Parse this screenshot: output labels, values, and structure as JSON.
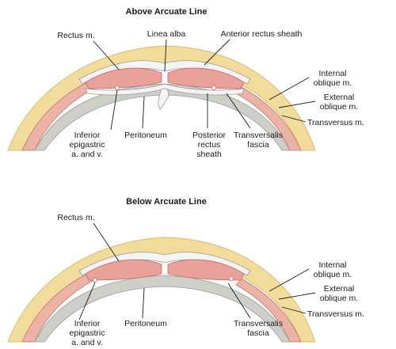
{
  "top": {
    "title": "Above Arcuate Line",
    "labels": {
      "rectus": "Rectus m.",
      "linea_alba": "Linea alba",
      "anterior_sheath": "Anterior rectus sheath",
      "internal_oblique_1": "Internal",
      "internal_oblique_2": "oblique m.",
      "external_oblique_1": "External",
      "external_oblique_2": "oblique m.",
      "transversus": "Transversus m.",
      "epigastric_1": "Inferior",
      "epigastric_2": "epigastric",
      "epigastric_3": "a. and v.",
      "peritoneum": "Peritoneum",
      "posterior_sheath_1": "Posterior",
      "posterior_sheath_2": "rectus",
      "posterior_sheath_3": "sheath",
      "transversalis_1": "Transversalis",
      "transversalis_2": "fascia"
    }
  },
  "bottom": {
    "title": "Below Arcuate Line",
    "labels": {
      "rectus": "Rectus m.",
      "internal_oblique_1": "Internal",
      "internal_oblique_2": "oblique m.",
      "external_oblique_1": "External",
      "external_oblique_2": "oblique m.",
      "transversus": "Transversus m.",
      "epigastric_1": "Inferior",
      "epigastric_2": "epigastric",
      "epigastric_3": "a. and v.",
      "peritoneum": "Peritoneum",
      "transversalis_1": "Transversalis",
      "transversalis_2": "fascia"
    }
  },
  "colors": {
    "fat": "#f2dc9c",
    "fat_edge": "#d9bd6e",
    "muscle": "#e8a29a",
    "muscle_edge": "#c9736c",
    "sheath": "#f4f4f4",
    "sheath_edge": "#9a9a9a",
    "peritoneum": "#c9c9c4",
    "lateral_muscle": "#eab3a6"
  }
}
